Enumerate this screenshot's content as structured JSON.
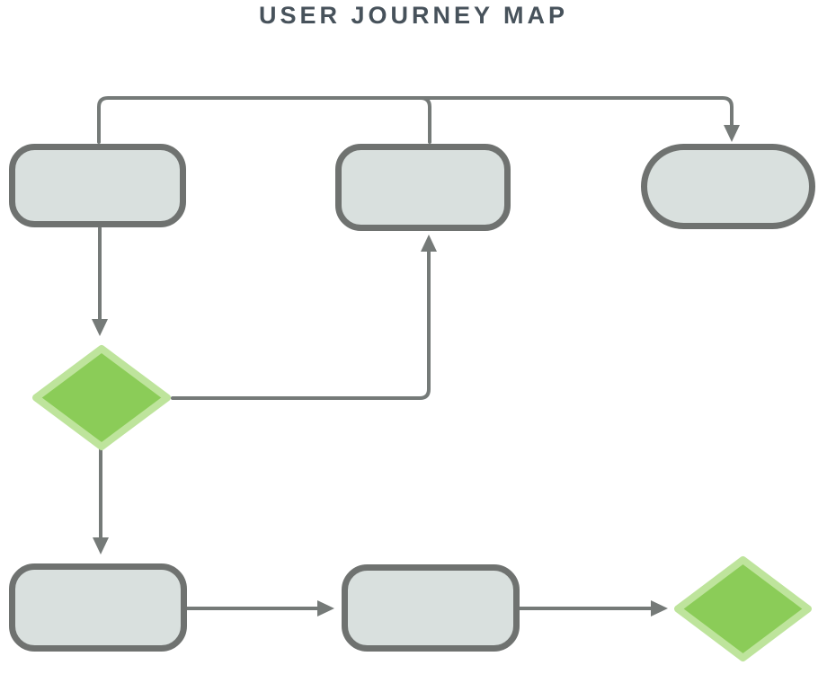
{
  "title": "USER JOURNEY MAP",
  "colors": {
    "background": "#ffffff",
    "title_color": "#47525b",
    "node_fill": "#d9e0de",
    "node_stroke": "#6f7270",
    "connector": "#757a78",
    "decision_fill": "#8bcc58",
    "decision_stroke": "#bee49c"
  },
  "diagram": {
    "nodes": [
      {
        "id": "stage-1",
        "shape": "rounded-rect",
        "row": "top",
        "position": "left",
        "label": ""
      },
      {
        "id": "stage-2",
        "shape": "rounded-rect",
        "row": "top",
        "position": "middle",
        "label": ""
      },
      {
        "id": "stage-3",
        "shape": "stadium",
        "row": "top",
        "position": "right",
        "label": ""
      },
      {
        "id": "decision-1",
        "shape": "diamond",
        "row": "middle",
        "position": "left",
        "label": ""
      },
      {
        "id": "stage-4",
        "shape": "rounded-rect",
        "row": "bottom",
        "position": "left",
        "label": ""
      },
      {
        "id": "stage-5",
        "shape": "rounded-rect",
        "row": "bottom",
        "position": "middle",
        "label": ""
      },
      {
        "id": "decision-2",
        "shape": "diamond",
        "row": "bottom",
        "position": "right",
        "label": ""
      }
    ],
    "edges": [
      {
        "from": "stage-1",
        "to": "stage-3",
        "route": "up-right-down",
        "arrow": true
      },
      {
        "from": "stage-1",
        "to": "stage-2",
        "route": "branch-from-top-line",
        "arrow": false
      },
      {
        "from": "stage-1",
        "to": "decision-1",
        "route": "down",
        "arrow": true
      },
      {
        "from": "decision-1",
        "to": "stage-2",
        "route": "right-up",
        "arrow": true
      },
      {
        "from": "decision-1",
        "to": "stage-4",
        "route": "down",
        "arrow": true
      },
      {
        "from": "stage-4",
        "to": "stage-5",
        "route": "right",
        "arrow": true
      },
      {
        "from": "stage-5",
        "to": "decision-2",
        "route": "right",
        "arrow": true
      }
    ]
  }
}
